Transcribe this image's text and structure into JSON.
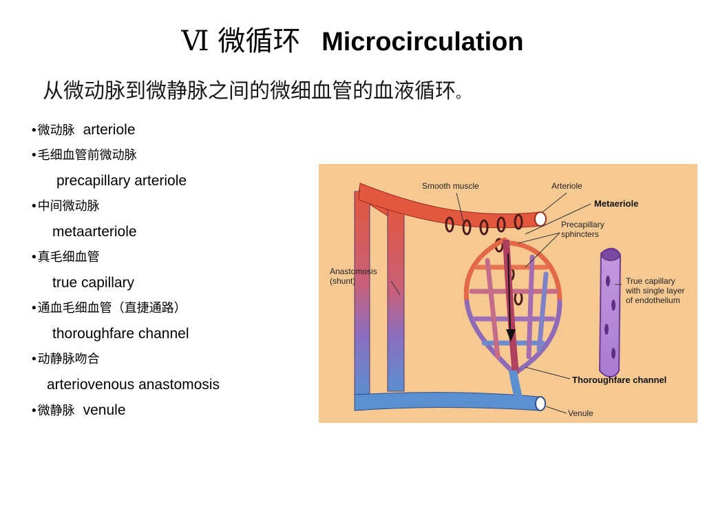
{
  "title": {
    "roman": "Ⅵ",
    "cn": "微循环",
    "en": "Microcirculation"
  },
  "subtitle": {
    "text": "从微动脉到微静脉之间的微细血管的血液循环",
    "period": "。"
  },
  "terms": [
    {
      "cn": "•微动脉",
      "en": "arteriole",
      "inline": true
    },
    {
      "cn": "•毛细血管前微动脉",
      "en": "precapillary arteriole",
      "inline": false
    },
    {
      "cn": "•中间微动脉",
      "en": "metaarteriole",
      "inline": false
    },
    {
      "cn": "•真毛细血管",
      "en": "true capillary",
      "inline": false
    },
    {
      "cn": "•通血毛细血管（直捷通路）",
      "en": "thoroughfare channel",
      "inline": false
    },
    {
      "cn": "•动静脉吻合",
      "en": "arteriovenous anastomosis",
      "inline": false
    },
    {
      "cn": "•微静脉",
      "en": "venule",
      "inline": true
    }
  ],
  "diagram": {
    "labels": {
      "smooth_muscle": "Smooth muscle",
      "arteriole": "Arteriole",
      "metaeriole": "Metaeriole",
      "precapillary_1": "Precapillary",
      "precapillary_2": "sphincters",
      "anastomosis_1": "Anastomosis",
      "anastomosis_2": "(shunt)",
      "true_cap_1": "True capillary",
      "true_cap_2": "with single layer",
      "true_cap_3": "of endothelium",
      "thoroughfare": "Thoroughfare channel",
      "venule": "Venule"
    },
    "colors": {
      "background": "#f6c993",
      "artery": "#e2583e",
      "vein": "#5a8fd0",
      "mid": "#9b5aa8",
      "endothelium": "#b98ad6"
    }
  }
}
